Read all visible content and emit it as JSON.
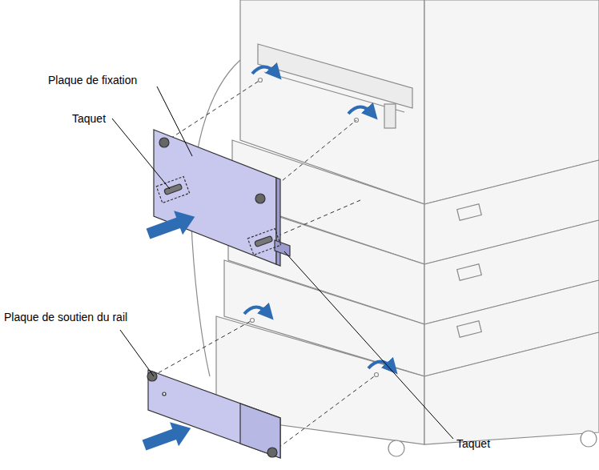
{
  "diagram": {
    "labels": [
      "Plaque de fixation",
      "Taquet",
      "Plaque de soutien du rail",
      "Taquet"
    ]
  }
}
